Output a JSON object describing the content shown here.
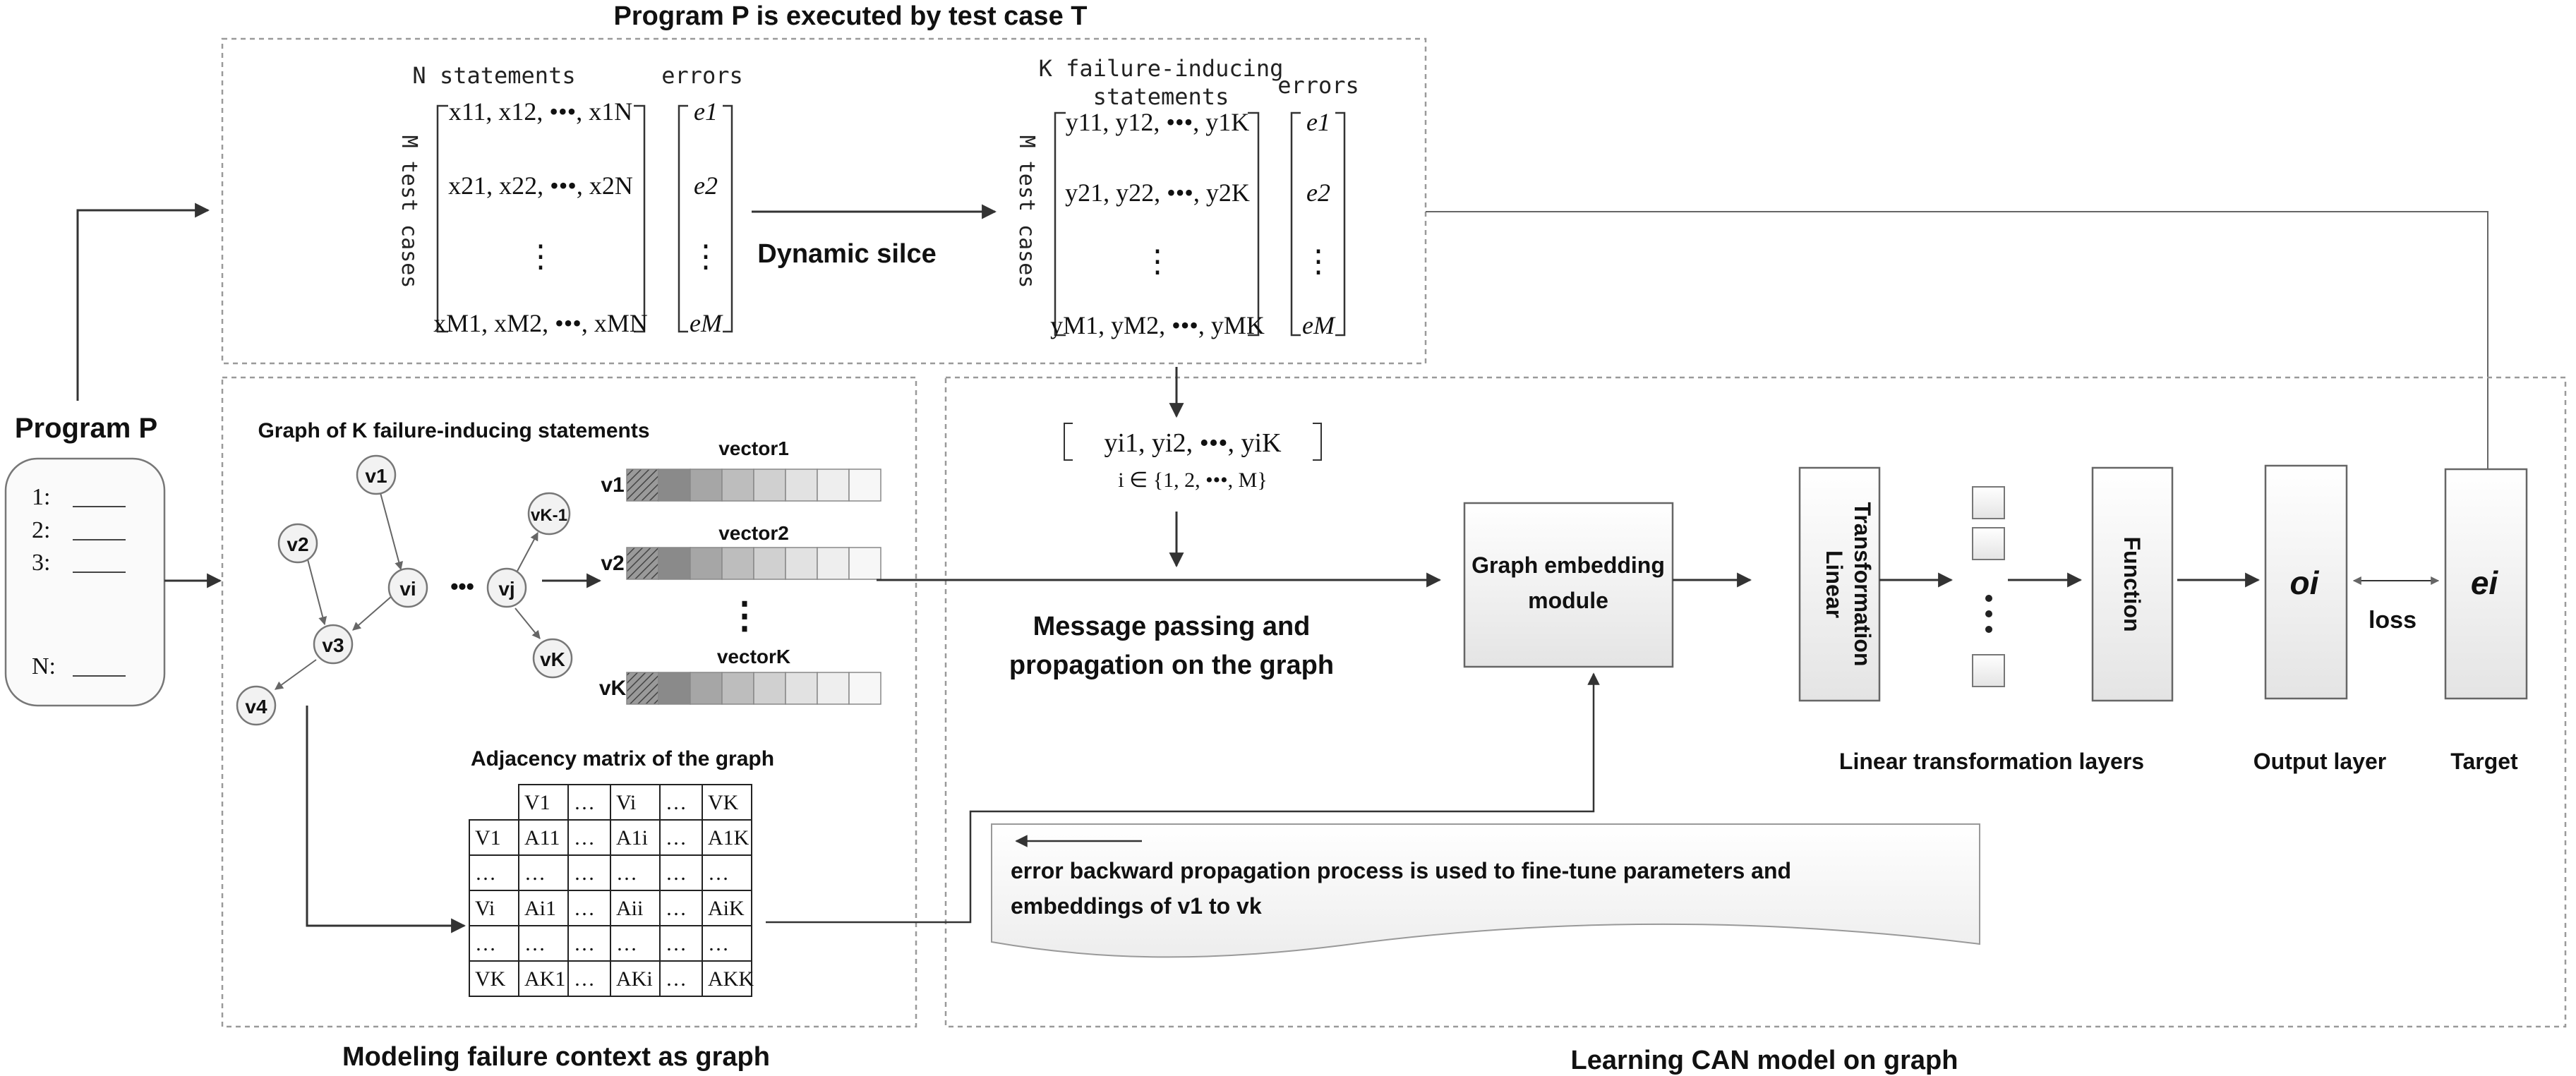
{
  "titles": {
    "top": "Program P is executed by test case T",
    "left_bottom": "Modeling failure context as graph",
    "right_bottom": "Learning CAN model on graph"
  },
  "program": {
    "label": "Program P",
    "lines": [
      "1:",
      "2:",
      "3:",
      "N:"
    ]
  },
  "matrix1": {
    "col_label": "N statements",
    "row_label": "M test cases",
    "errors_label": "errors",
    "rows": [
      "x11, x12, •••, x1N",
      "x21, x22, •••, x2N",
      "⋮",
      "xM1, xM2, •••, xMN"
    ],
    "errors": [
      "e1",
      "e2",
      "⋮",
      "eM"
    ]
  },
  "dynamic_slice": "Dynamic silce",
  "matrix2": {
    "col_label_line1": "K failure-inducing",
    "col_label_line2": "statements",
    "row_label": "M test cases",
    "errors_label": "errors",
    "rows": [
      "y11, y12, •••, y1K",
      "y21, y22, •••, y2K",
      "⋮",
      "yM1, yM2, •••, yMK"
    ],
    "errors": [
      "e1",
      "e2",
      "⋮",
      "eM"
    ]
  },
  "graph": {
    "title": "Graph of K failure-inducing statements",
    "nodes": {
      "v1": "v1",
      "v2": "v2",
      "vi": "vi",
      "vj": "vj",
      "v3": "v3",
      "vk1": "vK-1",
      "vk": "vK",
      "v4": "v4"
    },
    "ellipsis": "•••"
  },
  "vectors": {
    "items": [
      {
        "title": "vector1",
        "label": "v1"
      },
      {
        "title": "vector2",
        "label": "v2"
      },
      {
        "title": "vectorK",
        "label": "vK"
      }
    ],
    "dots": "⋮"
  },
  "adjacency": {
    "title": "Adjacency matrix of the graph",
    "rows": [
      [
        "",
        "V1",
        "…",
        "Vi",
        "…",
        "VK"
      ],
      [
        "V1",
        "A11",
        "…",
        "A1i",
        "…",
        "A1K"
      ],
      [
        "…",
        "…",
        "…",
        "…",
        "…",
        "…"
      ],
      [
        "Vi",
        "Ai1",
        "…",
        "Aii",
        "…",
        "AiK"
      ],
      [
        "…",
        "…",
        "…",
        "…",
        "…",
        "…"
      ],
      [
        "VK",
        "AK1",
        "…",
        "AKi",
        "…",
        "AKK"
      ]
    ]
  },
  "input_vector": {
    "line1": "yi1, yi2, •••, yiK",
    "line2": "i ∈ {1, 2, •••, M}"
  },
  "message_passing": {
    "line1": "Message passing and",
    "line2": "propagation on the graph"
  },
  "graph_embedding": {
    "line1": "Graph embedding",
    "line2": "module"
  },
  "linear_transformation": {
    "line1": "Linear",
    "line2": "Transformation"
  },
  "function_label": "Function",
  "output_symbol": "oi",
  "target_symbol": "ei",
  "loss_label": "loss",
  "layer_labels": {
    "linear_layers": "Linear transformation layers",
    "output_layer": "Output layer",
    "target": "Target"
  },
  "backprop_note": {
    "line1": "error backward propagation process is used to fine-tune parameters and",
    "line2": "embeddings of v1 to vk"
  }
}
